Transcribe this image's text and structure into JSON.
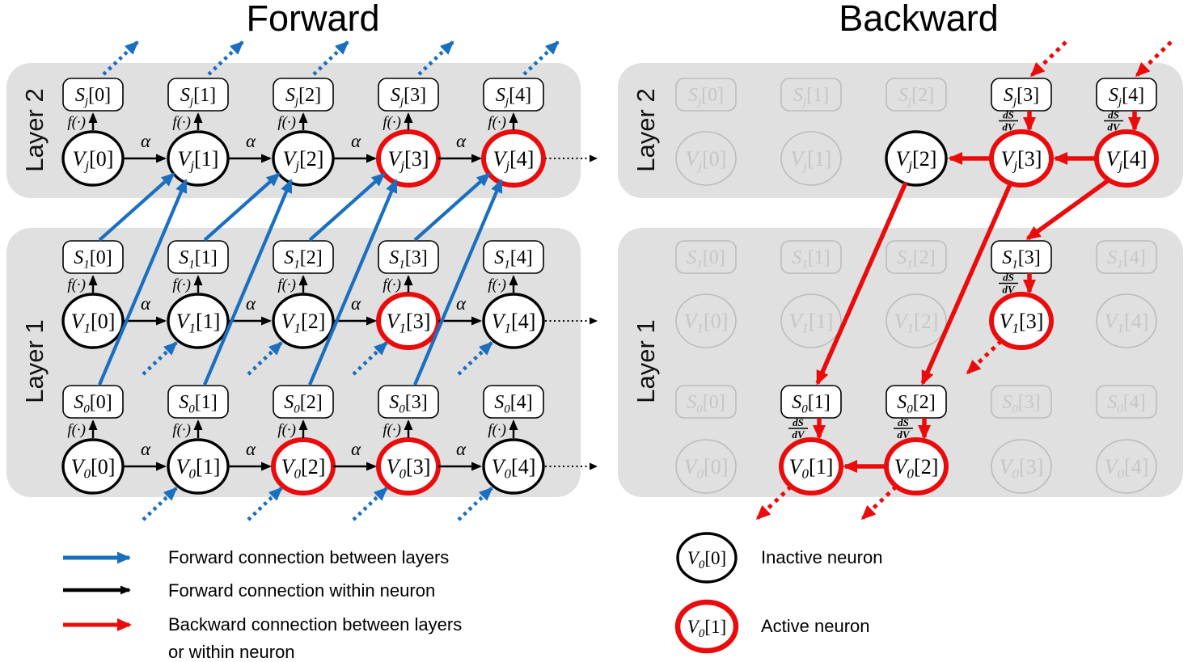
{
  "titles": {
    "forward": "Forward",
    "backward": "Backward"
  },
  "layer_labels": {
    "layer2": "Layer 2",
    "layer1": "Layer 1"
  },
  "math": {
    "alpha": "α",
    "activation": "f(·)",
    "grad_num": "dS",
    "grad_den": "dV"
  },
  "timesteps": [
    0,
    1,
    2,
    3,
    4
  ],
  "neuron_rows": [
    {
      "id": "layer2",
      "layer": "layer2",
      "v_base": "V",
      "s_base": "S",
      "sub": "j"
    },
    {
      "id": "layer1-neuron1",
      "layer": "layer1",
      "v_base": "V",
      "s_base": "S",
      "sub": "1"
    },
    {
      "id": "layer1-neuron0",
      "layer": "layer1",
      "v_base": "V",
      "s_base": "S",
      "sub": "0"
    }
  ],
  "forward": {
    "active_v": {
      "layer2": [
        3,
        4
      ],
      "layer1-neuron1": [
        3
      ],
      "layer1-neuron0": [
        2,
        3
      ]
    },
    "external_outputs": {
      "layer2": [
        0,
        1,
        2,
        3,
        4
      ]
    },
    "external_inputs": {
      "layer1-neuron1": [
        1,
        2,
        3,
        4
      ],
      "layer1-neuron0": [
        1,
        2,
        3,
        4
      ]
    },
    "between_layer": [
      {
        "from": "layer1-neuron1",
        "from_t": 0,
        "to": "layer2",
        "to_t": 1
      },
      {
        "from": "layer1-neuron1",
        "from_t": 1,
        "to": "layer2",
        "to_t": 2
      },
      {
        "from": "layer1-neuron1",
        "from_t": 2,
        "to": "layer2",
        "to_t": 3
      },
      {
        "from": "layer1-neuron1",
        "from_t": 3,
        "to": "layer2",
        "to_t": 4
      },
      {
        "from": "layer1-neuron0",
        "from_t": 0,
        "to": "layer2",
        "to_t": 1
      },
      {
        "from": "layer1-neuron0",
        "from_t": 1,
        "to": "layer2",
        "to_t": 2
      },
      {
        "from": "layer1-neuron0",
        "from_t": 2,
        "to": "layer2",
        "to_t": 3
      },
      {
        "from": "layer1-neuron0",
        "from_t": 3,
        "to": "layer2",
        "to_t": 4
      }
    ]
  },
  "backward": {
    "visible_s": {
      "layer2": [
        3,
        4
      ],
      "layer1-neuron1": [
        3
      ],
      "layer1-neuron0": [
        1,
        2
      ]
    },
    "active_v": {
      "layer2": [
        3,
        4
      ],
      "layer1-neuron1": [
        3
      ],
      "layer1-neuron0": [
        1,
        2
      ]
    },
    "plain_v": {
      "layer2": [
        2
      ]
    },
    "s_to_v": [
      {
        "row": "layer2",
        "t": 3
      },
      {
        "row": "layer2",
        "t": 4
      },
      {
        "row": "layer1-neuron1",
        "t": 3
      },
      {
        "row": "layer1-neuron0",
        "t": 1
      },
      {
        "row": "layer1-neuron0",
        "t": 2
      }
    ],
    "v_to_v": [
      {
        "row": "layer2",
        "from_t": 4,
        "to_t": 3
      },
      {
        "row": "layer2",
        "from_t": 3,
        "to_t": 2
      },
      {
        "row": "layer1-neuron0",
        "from_t": 2,
        "to_t": 1
      }
    ],
    "between_layer": [
      {
        "from": "layer2",
        "from_t": 4,
        "to": "layer1-neuron1",
        "to_t": 3
      },
      {
        "from": "layer2",
        "from_t": 3,
        "to": "layer1-neuron0",
        "to_t": 2
      },
      {
        "from": "layer2",
        "from_t": 2,
        "to": "layer1-neuron0",
        "to_t": 1
      }
    ],
    "external_grad_in": {
      "layer2": [
        3,
        4
      ]
    },
    "external_grad_out": {
      "layer1-neuron1": [
        3
      ],
      "layer1-neuron0": [
        1,
        2
      ]
    }
  },
  "legend_left": {
    "items": [
      {
        "color_key": "blue",
        "label": "Forward connection between layers",
        "label2": ""
      },
      {
        "color_key": "black",
        "label": "Forward connection within neuron",
        "label2": ""
      },
      {
        "color_key": "red",
        "label": "Backward connection between layers",
        "label2": "or within neuron"
      }
    ]
  },
  "legend_right": {
    "items": [
      {
        "style": "inactive",
        "v_base": "V",
        "sub": "0",
        "t": 0,
        "label": "Inactive neuron"
      },
      {
        "style": "active",
        "v_base": "V",
        "sub": "0",
        "t": 1,
        "label": "Active neuron"
      }
    ]
  },
  "colors": {
    "blue": "#1a6fbf",
    "red": "#ea0c0c",
    "black": "#000000",
    "panel_gray": "#e0e0e0",
    "inactive_stroke": "#bcbcbc",
    "inactive_text": "#c6c6c6",
    "node_fill": "#ffffff"
  }
}
